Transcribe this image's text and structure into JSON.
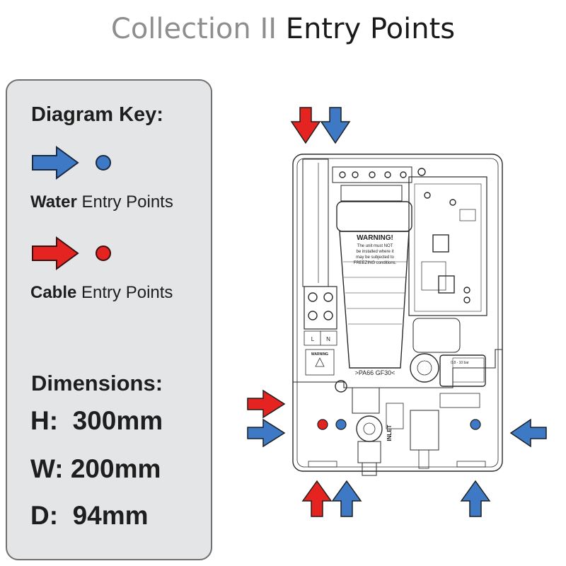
{
  "title": {
    "part1": "Collection II",
    "part2": "Entry Points"
  },
  "key": {
    "heading": "Diagram Key:",
    "water": {
      "bold": "Water",
      "rest": " Entry Points",
      "color": "#3d79c4"
    },
    "cable": {
      "bold": "Cable",
      "rest": " Entry Points",
      "color": "#e52421"
    }
  },
  "dimensions": {
    "heading": "Dimensions:",
    "items": [
      {
        "label": "H:",
        "value": "300mm"
      },
      {
        "label": "W:",
        "value": "200mm"
      },
      {
        "label": "D:",
        "value": "94mm"
      }
    ]
  },
  "unit": {
    "warning_title": "WARNING!",
    "warning_lines": [
      "The unit must NOT",
      "be installed where it",
      "may be subjected to",
      "FREEZING conditions."
    ],
    "material": ">PA66 GF30<",
    "inlet": "INLET",
    "terminal_labels": [
      "L",
      "N"
    ],
    "warning_small": "WARNING",
    "pressure": "0.8 - 10 bar"
  },
  "arrows": {
    "top": [
      "cable-down",
      "water-down"
    ],
    "left": [
      "cable-right",
      "water-right"
    ],
    "right": [
      "water-left"
    ],
    "bottom": [
      "cable-up",
      "water-up",
      "water-up"
    ]
  }
}
